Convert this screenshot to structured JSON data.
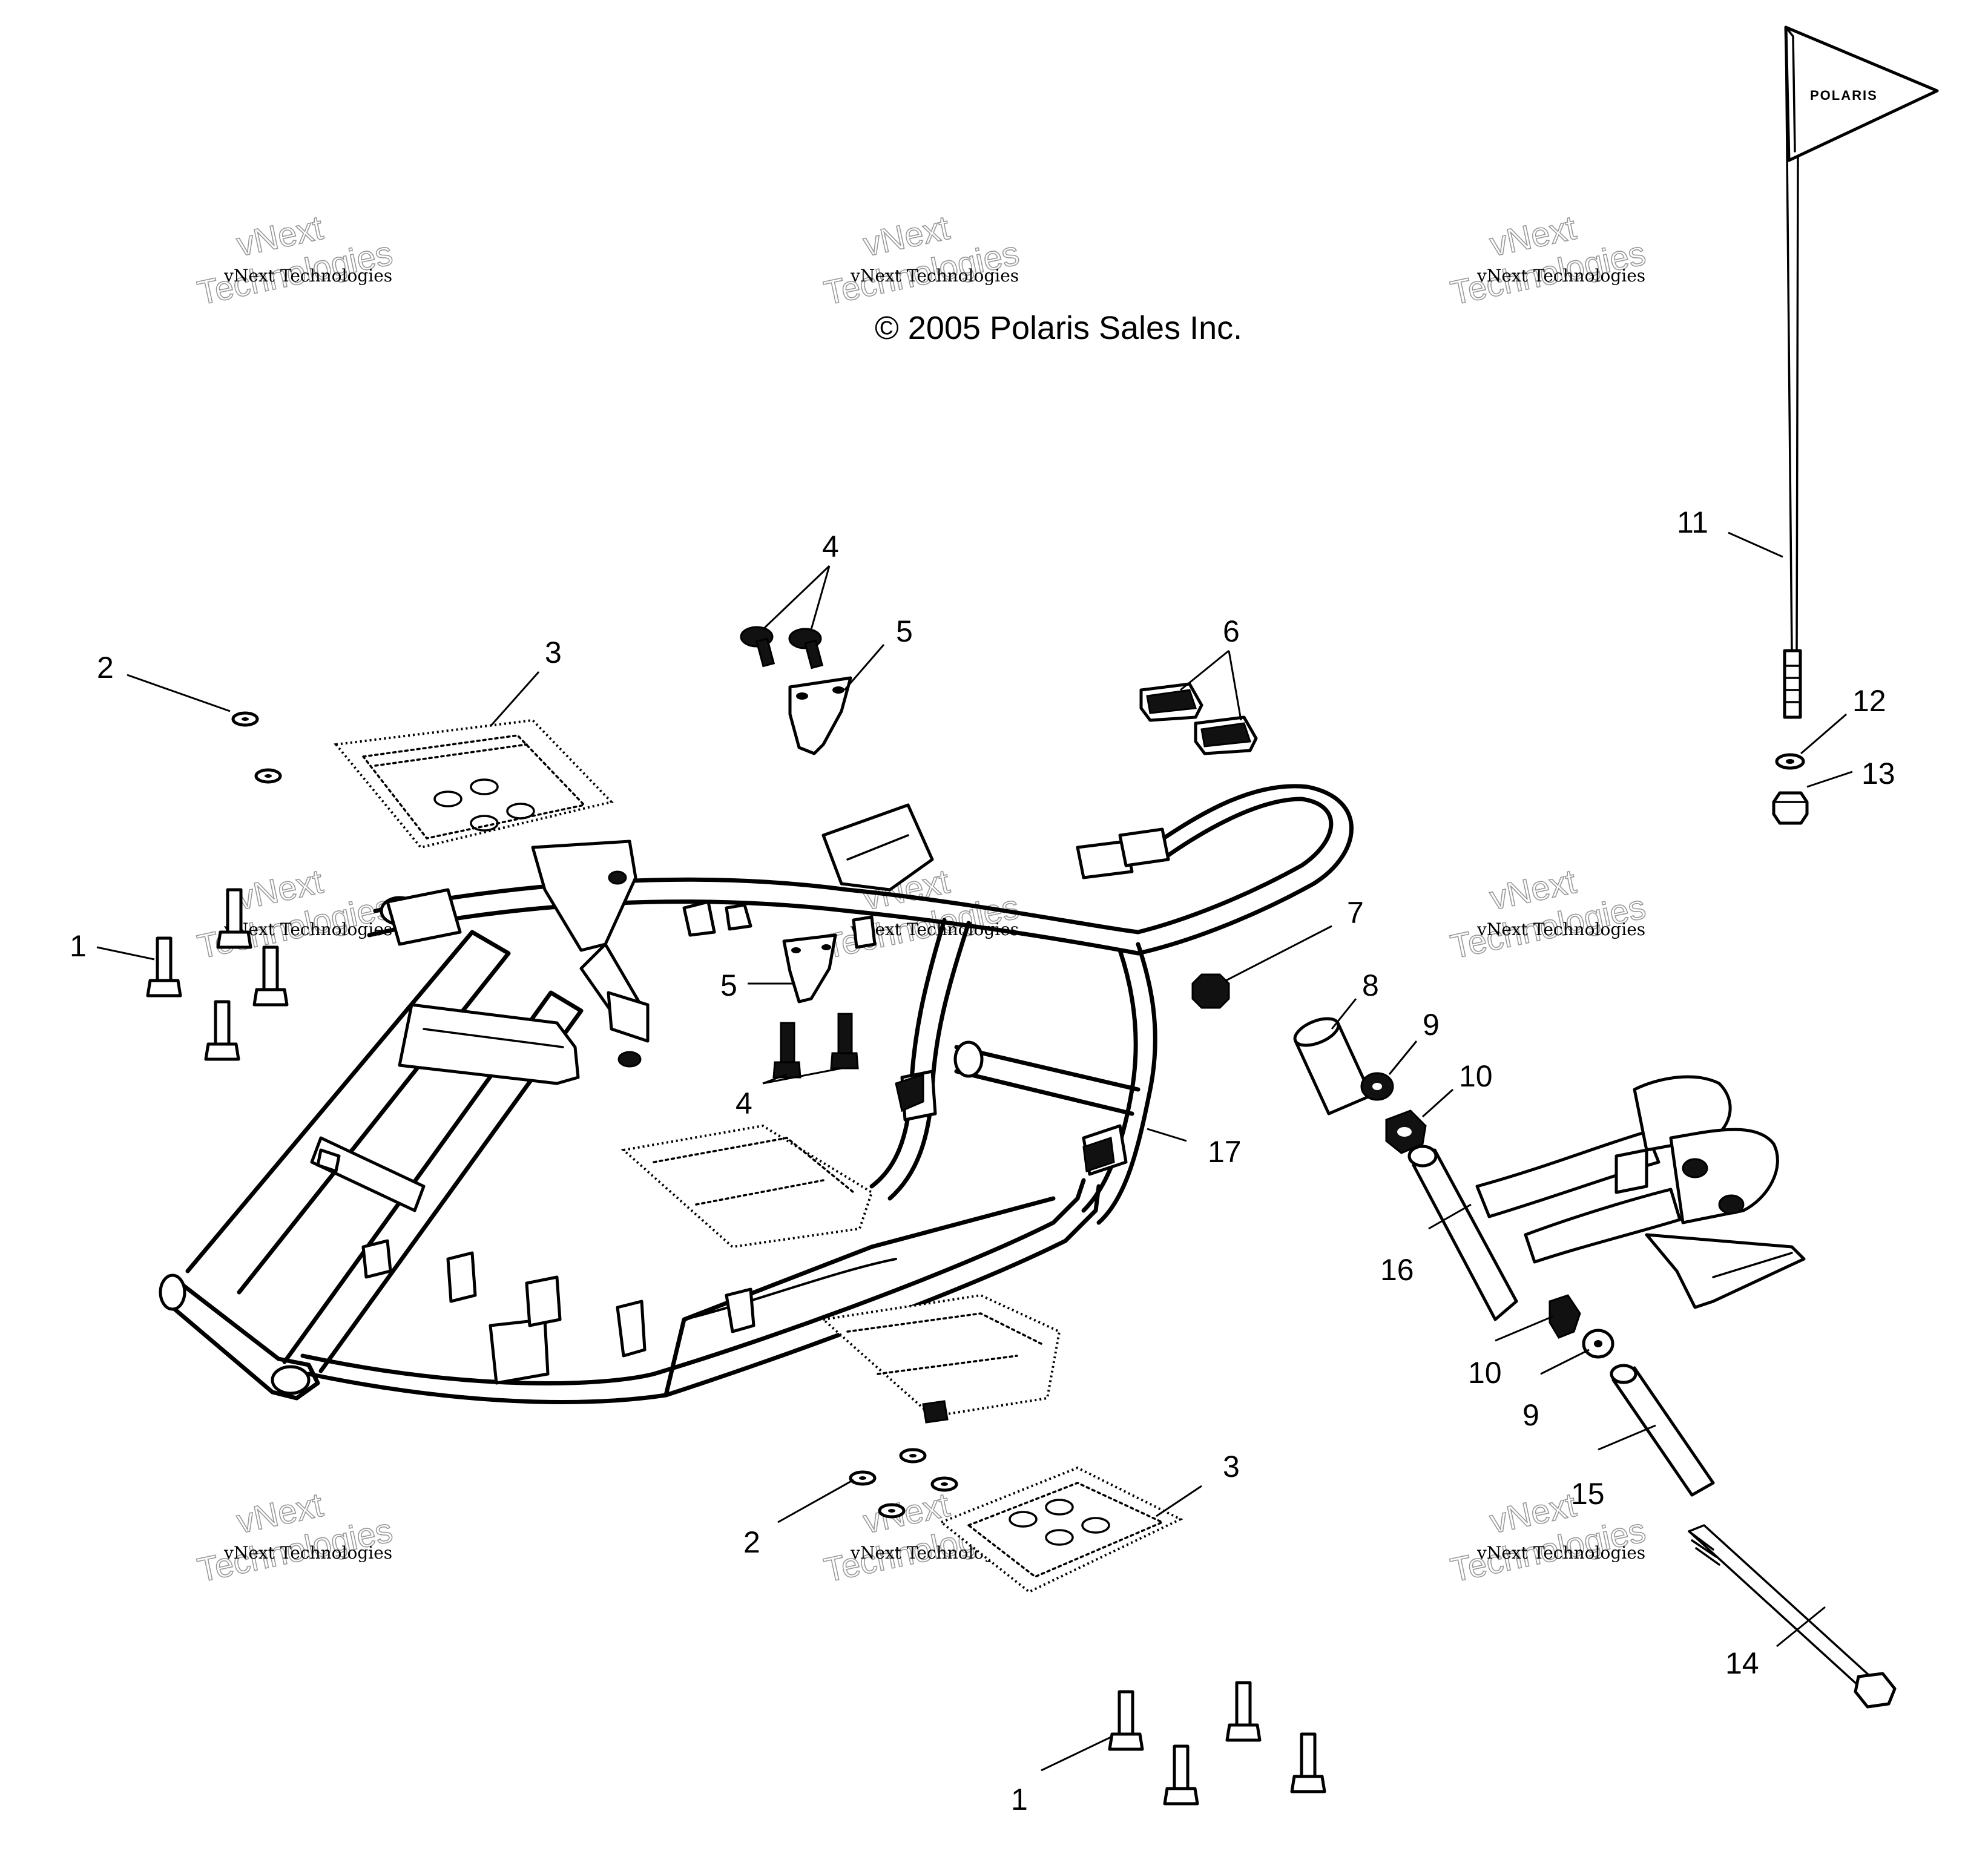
{
  "copyright": "© 2005 Polaris Sales Inc.",
  "flag_text": "POLARIS",
  "watermark": {
    "line1": "vNext Technologies",
    "line2": "vNext",
    "line3": "Technologies"
  },
  "callouts": [
    {
      "id": "c1a",
      "label": "1"
    },
    {
      "id": "c1b",
      "label": "1"
    },
    {
      "id": "c2a",
      "label": "2"
    },
    {
      "id": "c2b",
      "label": "2"
    },
    {
      "id": "c3a",
      "label": "3"
    },
    {
      "id": "c3b",
      "label": "3"
    },
    {
      "id": "c4a",
      "label": "4"
    },
    {
      "id": "c4b",
      "label": "4"
    },
    {
      "id": "c5a",
      "label": "5"
    },
    {
      "id": "c5b",
      "label": "5"
    },
    {
      "id": "c6",
      "label": "6"
    },
    {
      "id": "c7",
      "label": "7"
    },
    {
      "id": "c8",
      "label": "8"
    },
    {
      "id": "c9a",
      "label": "9"
    },
    {
      "id": "c9b",
      "label": "9"
    },
    {
      "id": "c10a",
      "label": "10"
    },
    {
      "id": "c10b",
      "label": "10"
    },
    {
      "id": "c11",
      "label": "11"
    },
    {
      "id": "c12",
      "label": "12"
    },
    {
      "id": "c13",
      "label": "13"
    },
    {
      "id": "c14",
      "label": "14"
    },
    {
      "id": "c15",
      "label": "15"
    },
    {
      "id": "c16",
      "label": "16"
    },
    {
      "id": "c17",
      "label": "17"
    }
  ]
}
